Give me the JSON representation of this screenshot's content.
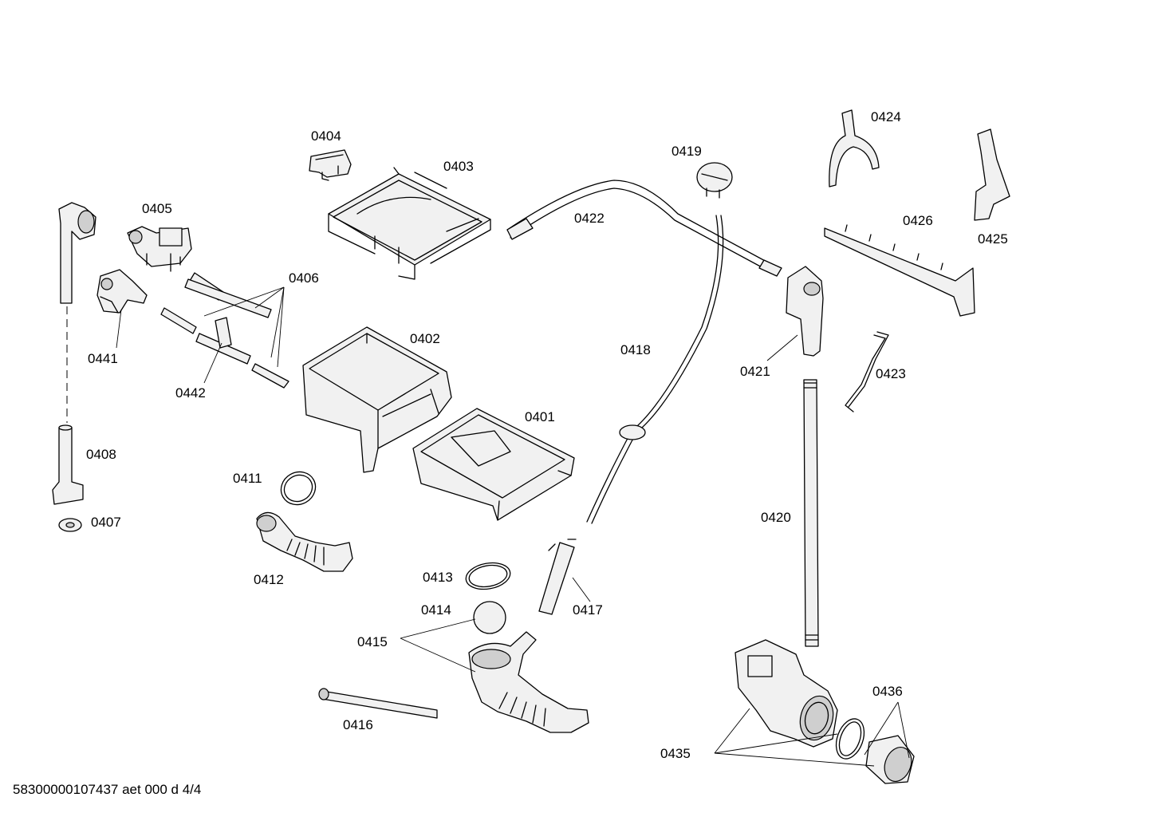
{
  "parts": [
    {
      "id": "0401",
      "text": "0401"
    },
    {
      "id": "0402",
      "text": "0402"
    },
    {
      "id": "0403",
      "text": "0403"
    },
    {
      "id": "0404",
      "text": "0404"
    },
    {
      "id": "0405",
      "text": "0405"
    },
    {
      "id": "0406",
      "text": "0406"
    },
    {
      "id": "0407",
      "text": "0407"
    },
    {
      "id": "0408",
      "text": "0408"
    },
    {
      "id": "0411",
      "text": "0411"
    },
    {
      "id": "0412",
      "text": "0412"
    },
    {
      "id": "0413",
      "text": "0413"
    },
    {
      "id": "0414",
      "text": "0414"
    },
    {
      "id": "0415",
      "text": "0415"
    },
    {
      "id": "0416",
      "text": "0416"
    },
    {
      "id": "0417",
      "text": "0417"
    },
    {
      "id": "0418",
      "text": "0418"
    },
    {
      "id": "0419",
      "text": "0419"
    },
    {
      "id": "0420",
      "text": "0420"
    },
    {
      "id": "0421",
      "text": "0421"
    },
    {
      "id": "0422",
      "text": "0422"
    },
    {
      "id": "0423",
      "text": "0423"
    },
    {
      "id": "0424",
      "text": "0424"
    },
    {
      "id": "0425",
      "text": "0425"
    },
    {
      "id": "0426",
      "text": "0426"
    },
    {
      "id": "0435",
      "text": "0435"
    },
    {
      "id": "0436",
      "text": "0436"
    },
    {
      "id": "0441",
      "text": "0441"
    },
    {
      "id": "0442",
      "text": "0442"
    }
  ],
  "footer": "58300000107437 aet 000 d 4/4"
}
